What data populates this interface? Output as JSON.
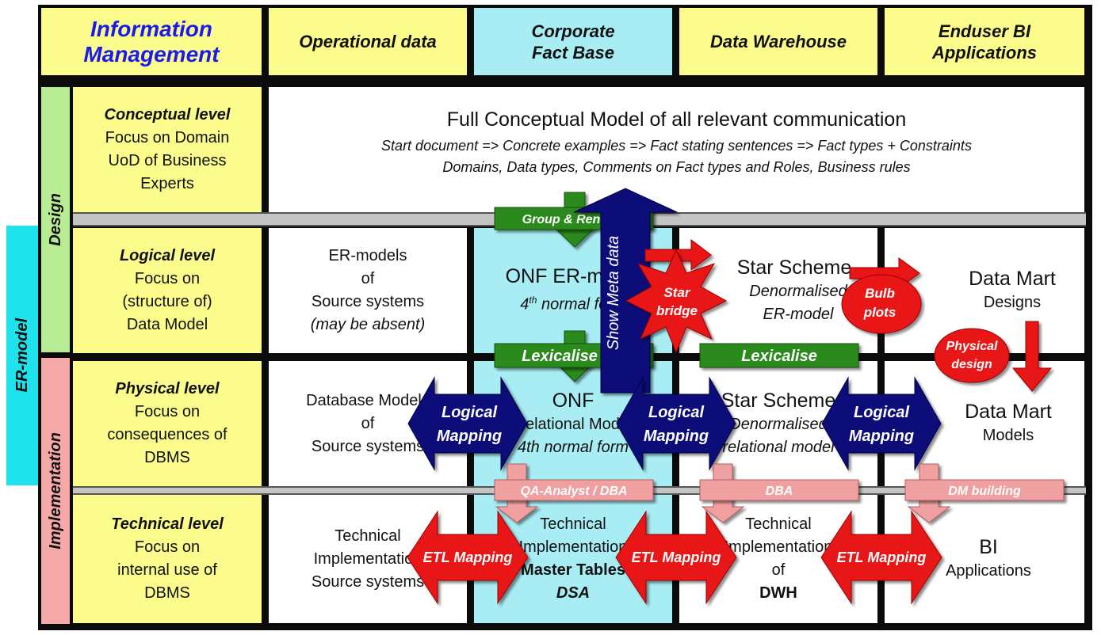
{
  "header": {
    "corner": "Information Management",
    "columns": [
      "Operational data",
      "Corporate Fact Base",
      "Data Warehouse",
      "Enduser BI Applications"
    ]
  },
  "side_labels": {
    "er_model": "ER-model",
    "design": "Design",
    "implementation": "Implementation"
  },
  "levels": [
    {
      "name": "Conceptual level",
      "desc": [
        "Focus on Domain",
        "UoD of Business",
        "Experts"
      ]
    },
    {
      "name": "Logical level",
      "desc": [
        "Focus on",
        "(structure of)",
        "Data Model"
      ]
    },
    {
      "name": "Physical level",
      "desc": [
        "Focus on",
        "consequences of",
        "DBMS"
      ]
    },
    {
      "name": "Technical level",
      "desc": [
        "Focus on",
        "internal use of",
        "DBMS"
      ]
    }
  ],
  "conceptual": {
    "title": "Full Conceptual Model of all relevant communication",
    "line1": "Start document => Concrete examples => Fact stating sentences => Fact types + Constraints",
    "line2": "Domains, Data types, Comments on Fact types and Roles, Business rules"
  },
  "logical": {
    "operational": [
      "ER-models",
      "of",
      "Source systems",
      "(may be absent)"
    ],
    "fact_base": {
      "title": "ONF ER-model",
      "sub_pre": "4",
      "sub_sup": "th",
      "sub_post": " normal form"
    },
    "warehouse": [
      "Star Scheme",
      "Denormalised",
      "ER-model"
    ],
    "enduser": [
      "Data Mart",
      "Designs"
    ]
  },
  "physical": {
    "operational": [
      "Database Models",
      "of",
      "Source systems"
    ],
    "fact_base": [
      "ONF",
      "Relational Model",
      "4th normal form"
    ],
    "warehouse": [
      "Star Scheme",
      "Denormalised",
      "relational model"
    ],
    "enduser": [
      "Data Mart",
      "Models"
    ]
  },
  "technical": {
    "operational": [
      "Technical",
      "Implementation",
      "Source systems"
    ],
    "fact_base": [
      "Technical",
      "Implementation",
      "Master Tables",
      "DSA"
    ],
    "warehouse": [
      "Technical",
      "Implementation",
      "of",
      "DWH"
    ],
    "enduser": [
      "BI",
      "Applications"
    ]
  },
  "bars": {
    "group_rename": "Group & Rename",
    "lexicalise_1": "Lexicalise",
    "lexicalise_2": "Lexicalise",
    "qa_dba": "QA-Analyst / DBA",
    "dba": "DBA",
    "dm_building": "DM building"
  },
  "shapes": {
    "show_meta": "Show Meta data",
    "star_bridge": [
      "Star",
      "bridge"
    ],
    "bulb_plots": [
      "Bulb",
      "plots"
    ],
    "physical_design": [
      "Physical",
      "design"
    ],
    "logical_mapping": [
      "Logical",
      "Mapping"
    ],
    "etl_mapping": "ETL Mapping"
  },
  "colors": {
    "yellow": "#fcfc8c",
    "cyan": "#a8ecf4",
    "green_row_label": "#b8ec94",
    "pink_row_label": "#f4a8a8",
    "green_arrow": "#2a8a1f",
    "navy_arrow": "#0a0a7a",
    "red_shape": "#e81818",
    "pink_arrow": "#f0a0a0",
    "header_blue_text": "#1a1aee"
  }
}
